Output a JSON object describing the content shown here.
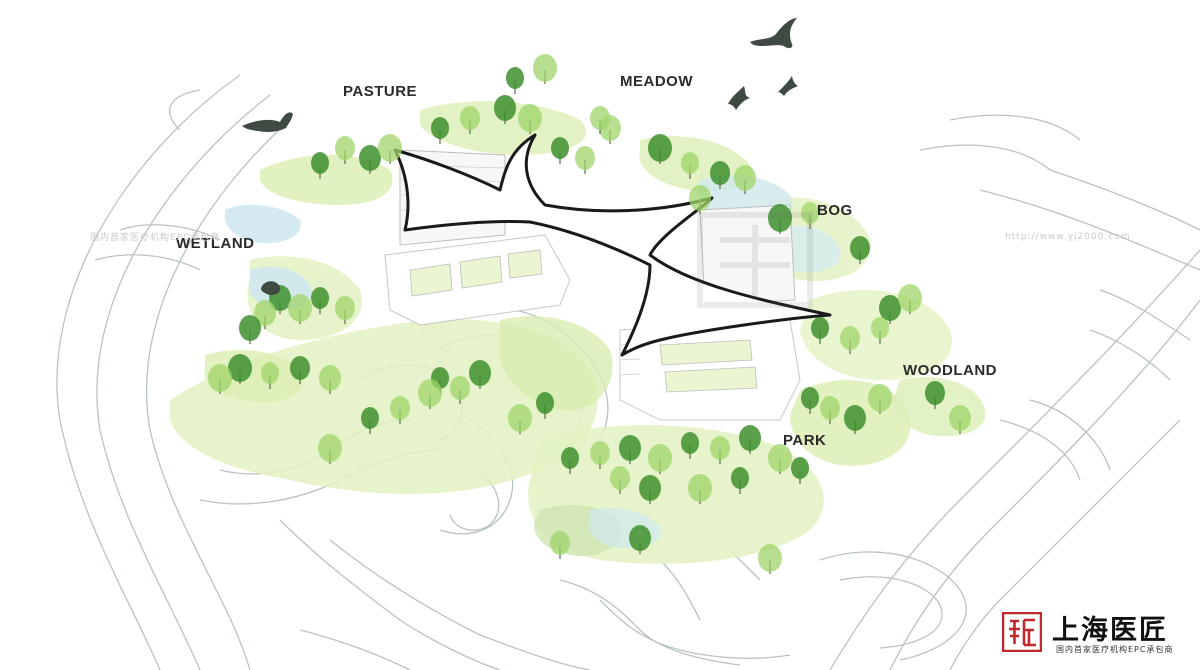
{
  "labels": {
    "pasture": "PASTURE",
    "meadow": "MEADOW",
    "wetland": "WETLAND",
    "bog": "BOG",
    "woodland": "WOODLAND",
    "park": "PARK"
  },
  "watermark": {
    "left_text": "国内首家医疗机构EPC承包商",
    "right_text": "http://www.yj2000.com"
  },
  "brand": {
    "name": "上海医匠",
    "tagline": "国内首家医疗机构EPC承包商",
    "seal_color": "#c0282d"
  },
  "colors": {
    "contour": "#b9c2c5",
    "green_light": "#e3f2c2",
    "green_mid": "#c6e49a",
    "tree_light": "#9fd46a",
    "tree_dark": "#3e8f2e",
    "water": "#cfe8ee",
    "building_roof": "#ffffff",
    "building_edge": "#1a1a1a",
    "bird": "#3f4a42"
  }
}
